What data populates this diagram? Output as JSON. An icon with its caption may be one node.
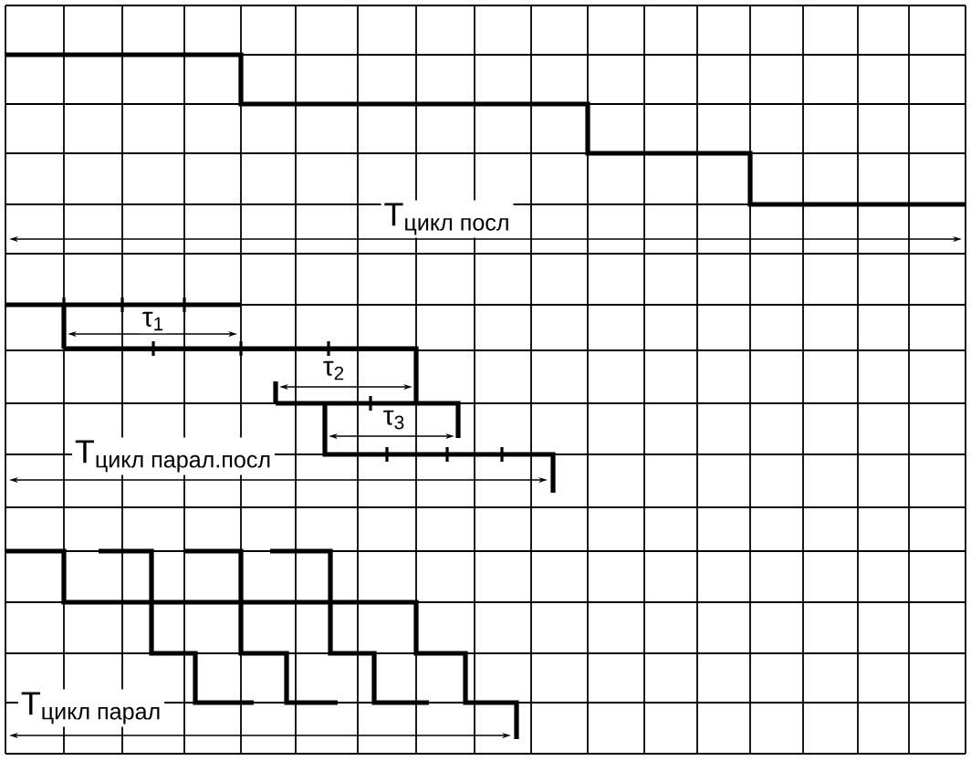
{
  "diagram": {
    "labels": [
      "\\text{T}_{\\text{цикл посл}}",
      "τ$_{1}$",
      "τ$_{2}$",
      "τ$_{3}$",
      "\\text{T}_{\\text{цикл парал.посл}}",
      "\\text{T}_{\\text{цикл парал}}"
    ]
  }
}
